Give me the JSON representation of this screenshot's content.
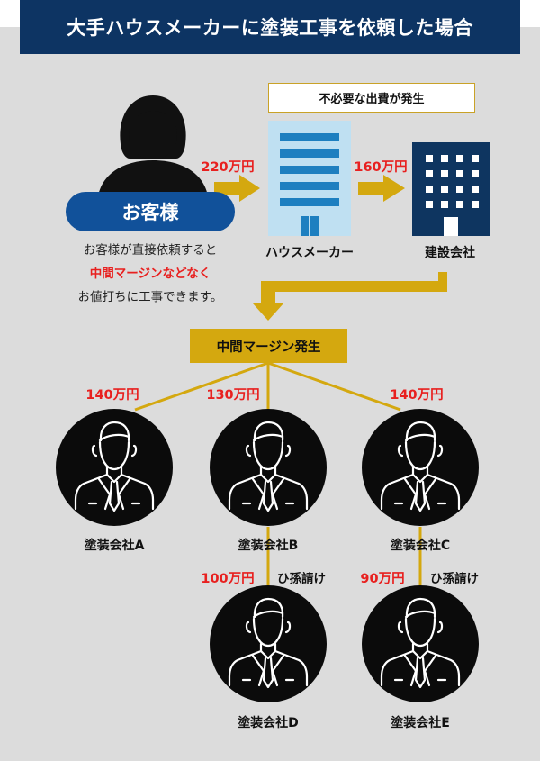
{
  "title": "大手ハウスメーカーに塗装工事を依頼した場合",
  "notice": "不必要な出費が発生",
  "customer": {
    "label": "お客様",
    "desc_line1": "お客様が直接依頼すると",
    "desc_line2": "中間マージンなどなく",
    "desc_line3": "お値打ちに工事できます。"
  },
  "flow": {
    "price_to_housemaker": "220万円",
    "price_to_builder": "160万円",
    "housemaker_label": "ハウスメーカー",
    "builder_label": "建設会社"
  },
  "margin_label": "中間マージン発生",
  "companies": [
    {
      "label": "塗装会社A",
      "price": "140万円"
    },
    {
      "label": "塗装会社B",
      "price": "130万円"
    },
    {
      "label": "塗装会社C",
      "price": "140万円"
    },
    {
      "label": "塗装会社D",
      "price": "100万円",
      "note": "ひ孫請け"
    },
    {
      "label": "塗装会社E",
      "price": "90万円",
      "note": "ひ孫請け"
    }
  ],
  "colors": {
    "header_bg": "#0d3463",
    "panel_bg": "#dcdcdc",
    "accent_gold": "#d4a80f",
    "price_red": "#e8201f",
    "customer_blue": "#11519a"
  }
}
